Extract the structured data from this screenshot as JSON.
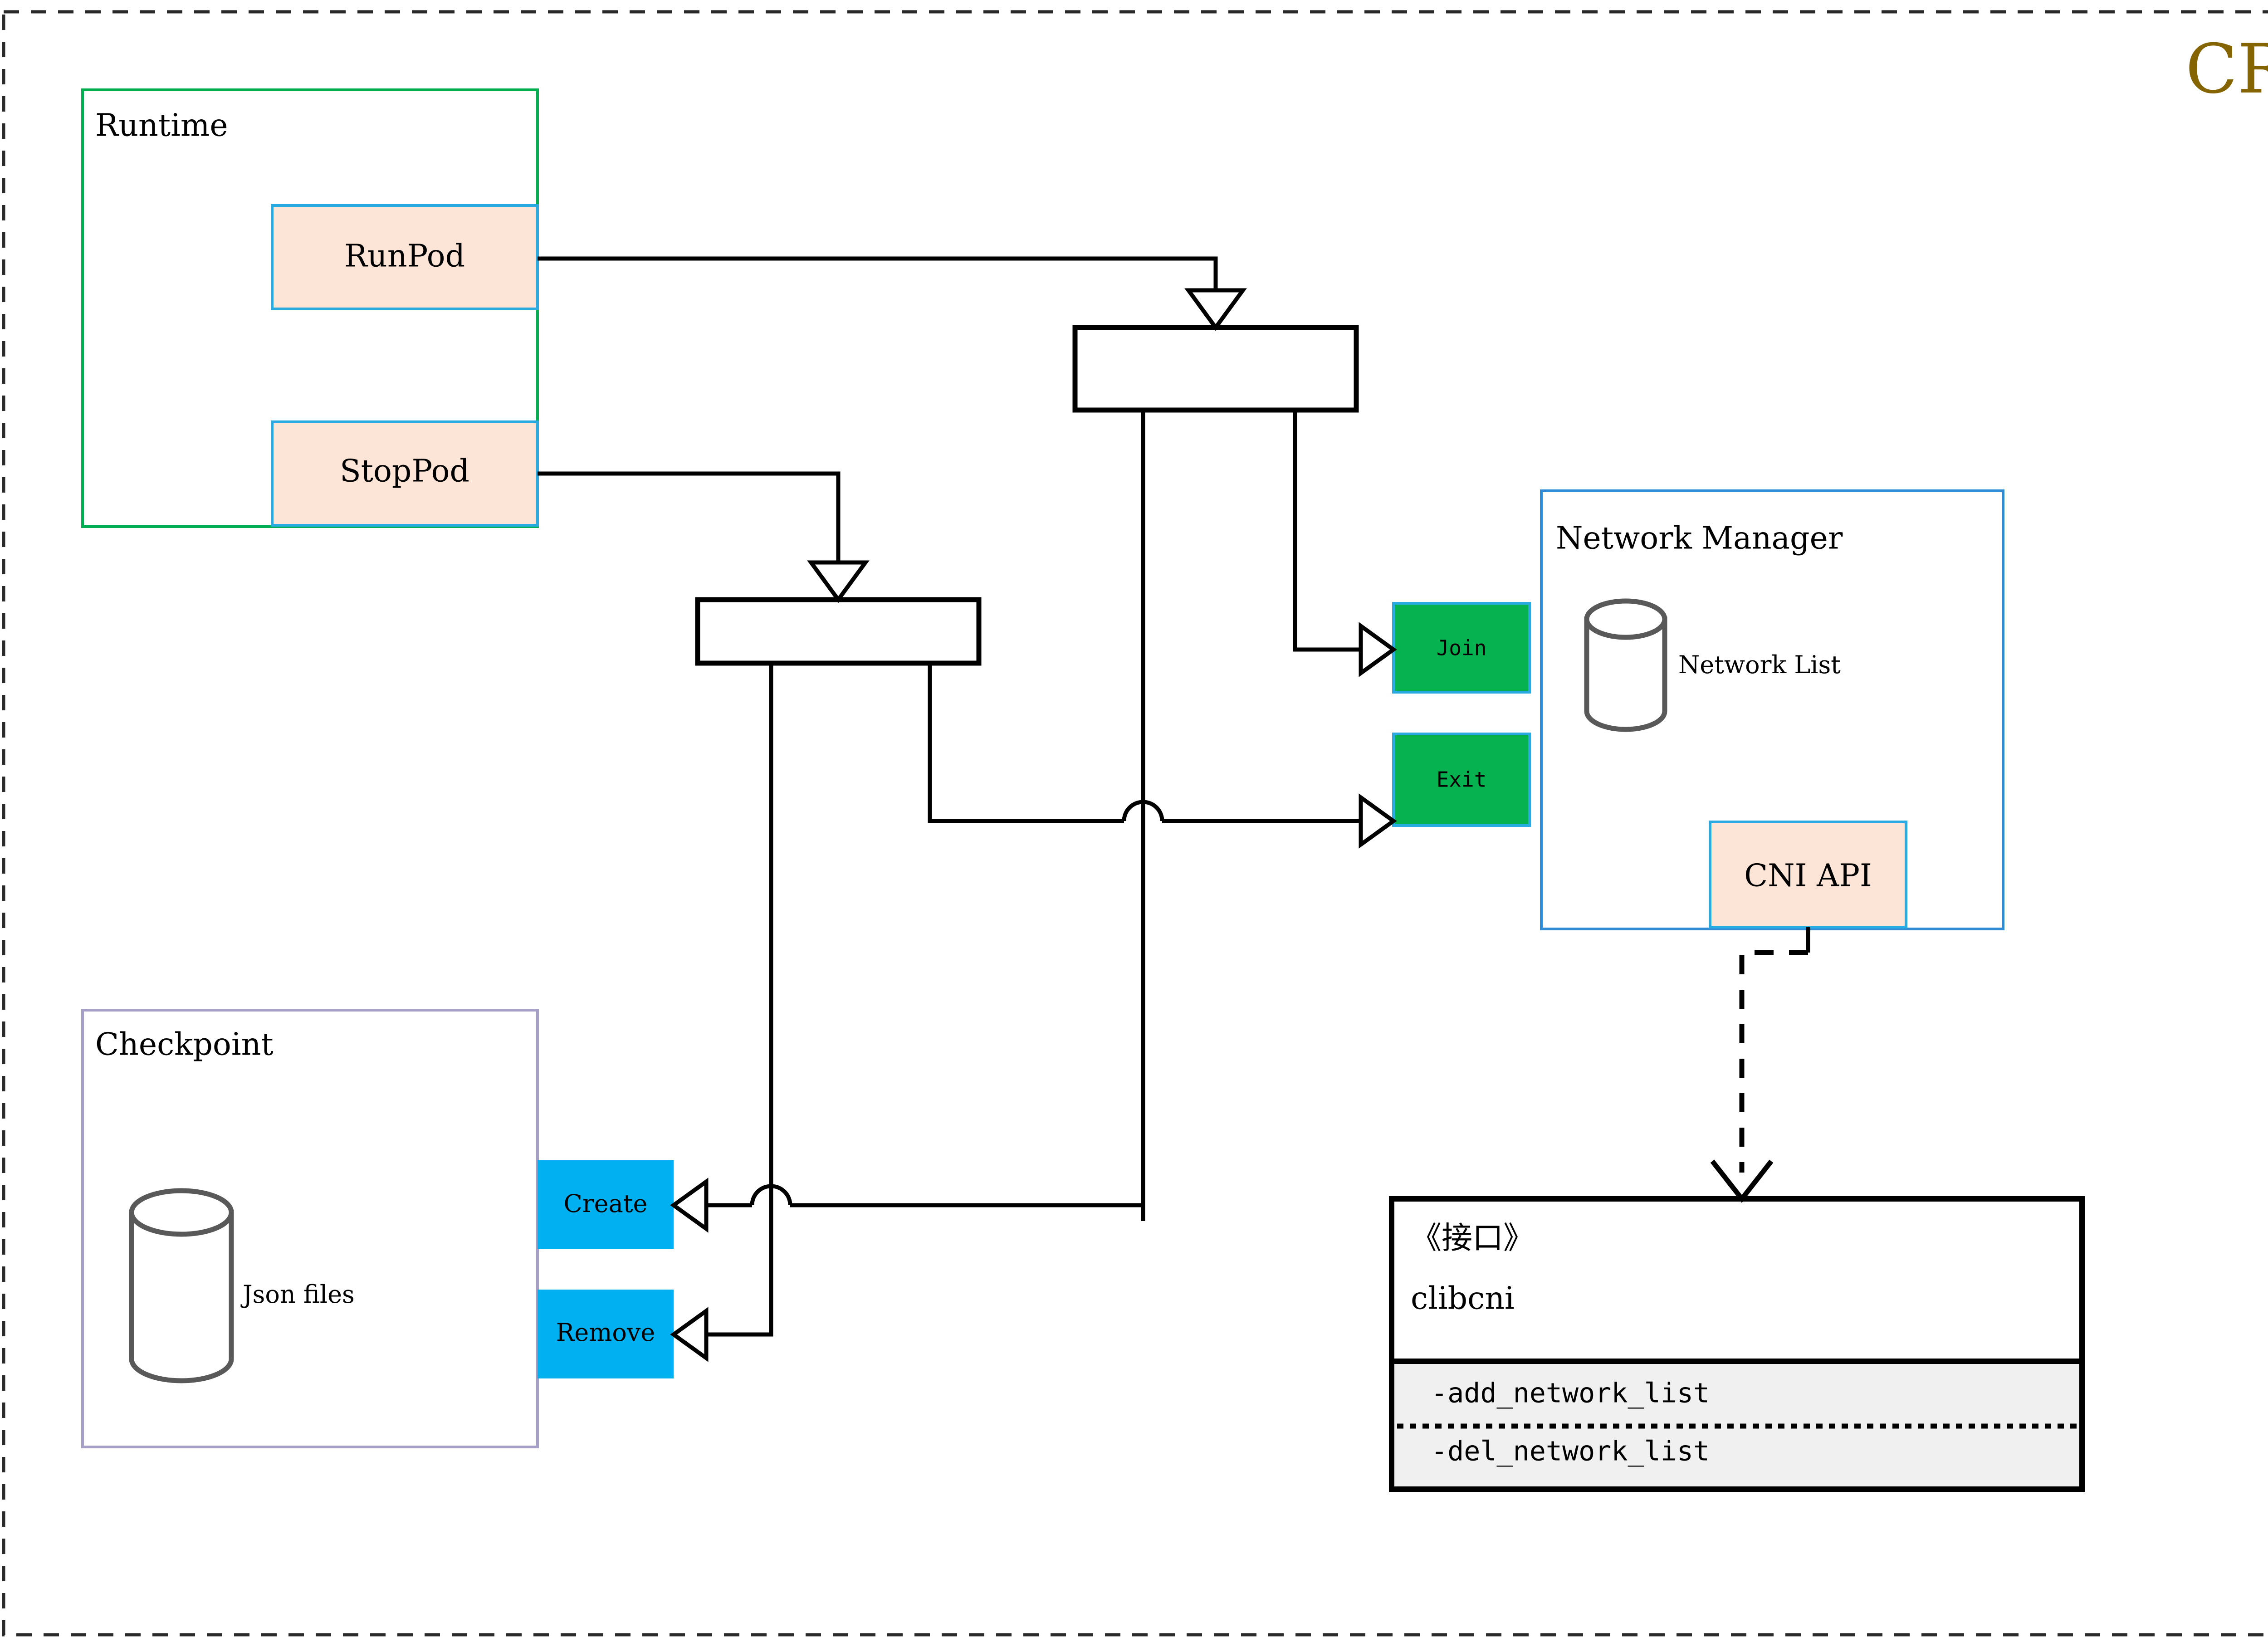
{
  "diagram": {
    "title": "CRI",
    "title_color": "#856404",
    "frame": {
      "style": "dashed",
      "color": "#2b2b2b"
    },
    "palette": {
      "runtime_border": "#00B050",
      "checkpoint_border": "#A6A0C8",
      "network_border": "#2E8BD6",
      "method_border": "#29ABE2",
      "method_fill": "#FCE5D6",
      "green_fill": "#06B14F",
      "cyan_fill": "#00B0F0",
      "cylinder_stroke": "#595959",
      "uml_section_fill": "#F0F0F0",
      "line": "#000000"
    },
    "groups": [
      {
        "id": "runtime",
        "label": "Runtime"
      },
      {
        "id": "checkpoint",
        "label": "Checkpoint"
      },
      {
        "id": "network_manager",
        "label": "Network Manager"
      }
    ],
    "runtime": {
      "label": "Runtime",
      "methods": [
        {
          "id": "runpod",
          "label": "RunPod"
        },
        {
          "id": "stoppod",
          "label": "StopPod"
        }
      ]
    },
    "checkpoint": {
      "label": "Checkpoint",
      "store_label": "Json files",
      "actions": [
        {
          "id": "create",
          "label": "Create"
        },
        {
          "id": "remove",
          "label": "Remove"
        }
      ]
    },
    "network_manager": {
      "label": "Network Manager",
      "store_label": "Network List",
      "actions": [
        {
          "id": "join",
          "label": "Join"
        },
        {
          "id": "exit",
          "label": "Exit"
        }
      ],
      "api": {
        "id": "cni_api",
        "label": "CNI API"
      }
    },
    "interface": {
      "stereotype": "《接口》",
      "name": "clibcni",
      "operations": [
        {
          "id": "add_network_list",
          "label": "-add_network_list"
        },
        {
          "id": "del_network_list",
          "label": "-del_network_list"
        }
      ]
    },
    "fork_bars": [
      {
        "id": "fork-upper"
      },
      {
        "id": "fork-lower"
      }
    ]
  }
}
